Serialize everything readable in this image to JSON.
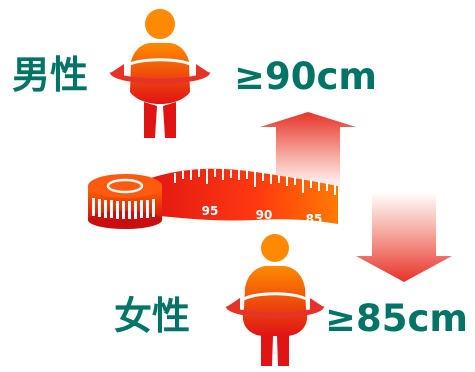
{
  "male": {
    "label": "男性",
    "value": "≥90cm"
  },
  "female": {
    "label": "女性",
    "value": "≥85cm"
  },
  "tape_marks": [
    "95",
    "90",
    "85"
  ],
  "colors": {
    "text": "#007566",
    "figure_top": "#ff7a00",
    "figure_bottom": "#e01414",
    "arrow": "#e6332a"
  }
}
